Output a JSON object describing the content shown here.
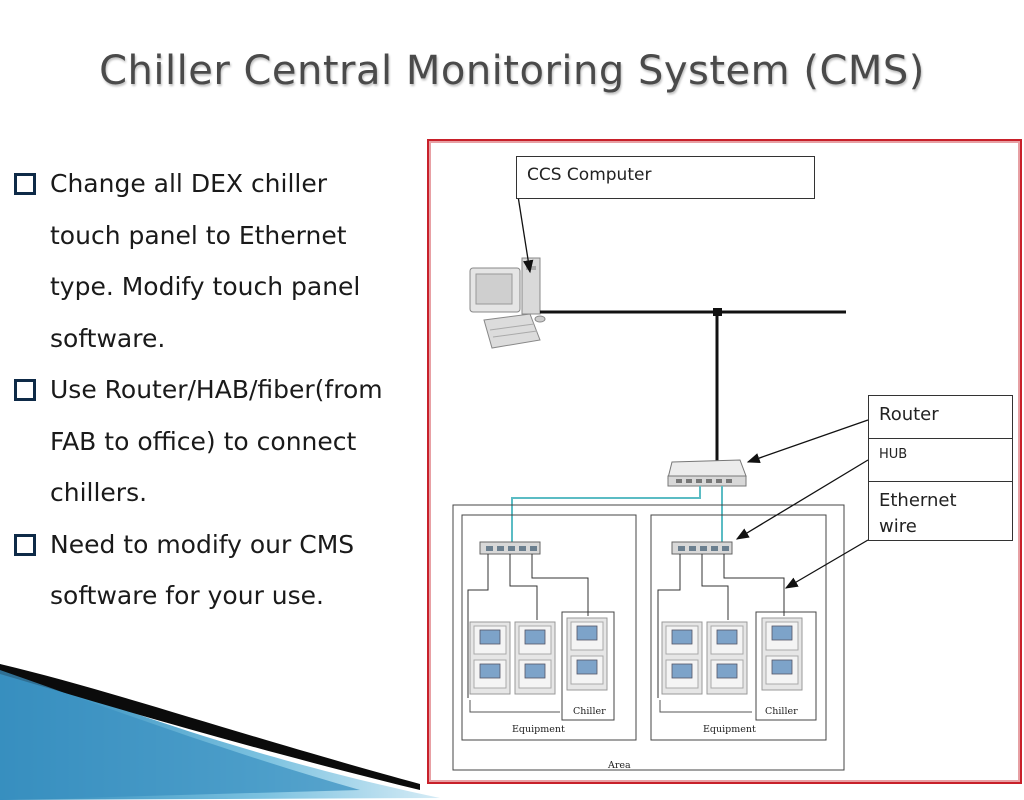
{
  "slide": {
    "title": "Chiller Central Monitoring System (CMS)"
  },
  "bullets": [
    {
      "lines": [
        "Change all DEX chiller",
        "touch panel to Ethernet",
        "type. Modify touch panel",
        "software."
      ]
    },
    {
      "lines": [
        "Use Router/HAB/fiber(from",
        "FAB to office) to connect",
        "chillers."
      ]
    },
    {
      "lines": [
        "Need to modify our CMS",
        "software for your use."
      ]
    }
  ],
  "diagram": {
    "labels": {
      "ccs_computer": "CCS Computer",
      "router": "Router",
      "hub": "HUB",
      "ethernet_line1": "Ethernet",
      "ethernet_line2": "wire",
      "chiller_left": "Chiller",
      "chiller_right": "Chiller",
      "equipment_left": "Equipment",
      "equipment_right": "Equipment",
      "area": "Area"
    },
    "colors": {
      "frame": "#c8202a",
      "ethernet_cable": "#5bbcc4",
      "bus_line": "#111111"
    }
  }
}
